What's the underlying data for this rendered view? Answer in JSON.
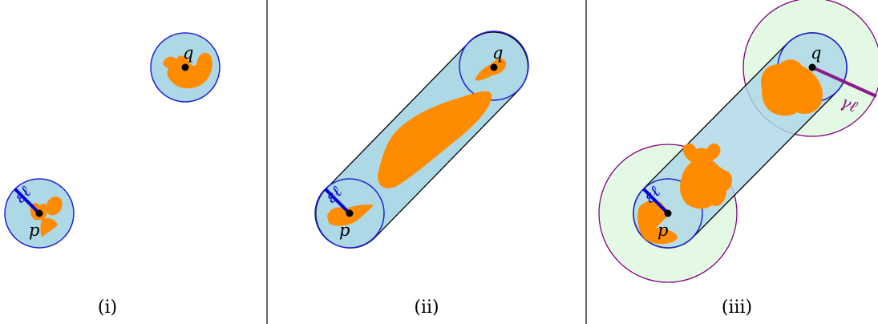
{
  "colors": {
    "tube_fill": "#add8e6",
    "tube_stroke": "#000000",
    "disk_stroke": "#1f1fd6",
    "blob_fill": "#ff8c00",
    "radius_blue": "#0000dd",
    "radius_purple": "#8b1a8b",
    "outer_disk_fill": "#e4f9e4",
    "outer_disk_stroke": "#800080",
    "divider": "#000000"
  },
  "panels": [
    {
      "caption": "(i)",
      "point_p": "p",
      "point_q": "q",
      "radius_label": "εℓ"
    },
    {
      "caption": "(ii)",
      "point_p": "p",
      "point_q": "q",
      "radius_label": "εℓ"
    },
    {
      "caption": "(iii)",
      "point_p": "p",
      "point_q": "q",
      "radius_label": "εℓ",
      "outer_radius_label": "γℓ"
    }
  ]
}
